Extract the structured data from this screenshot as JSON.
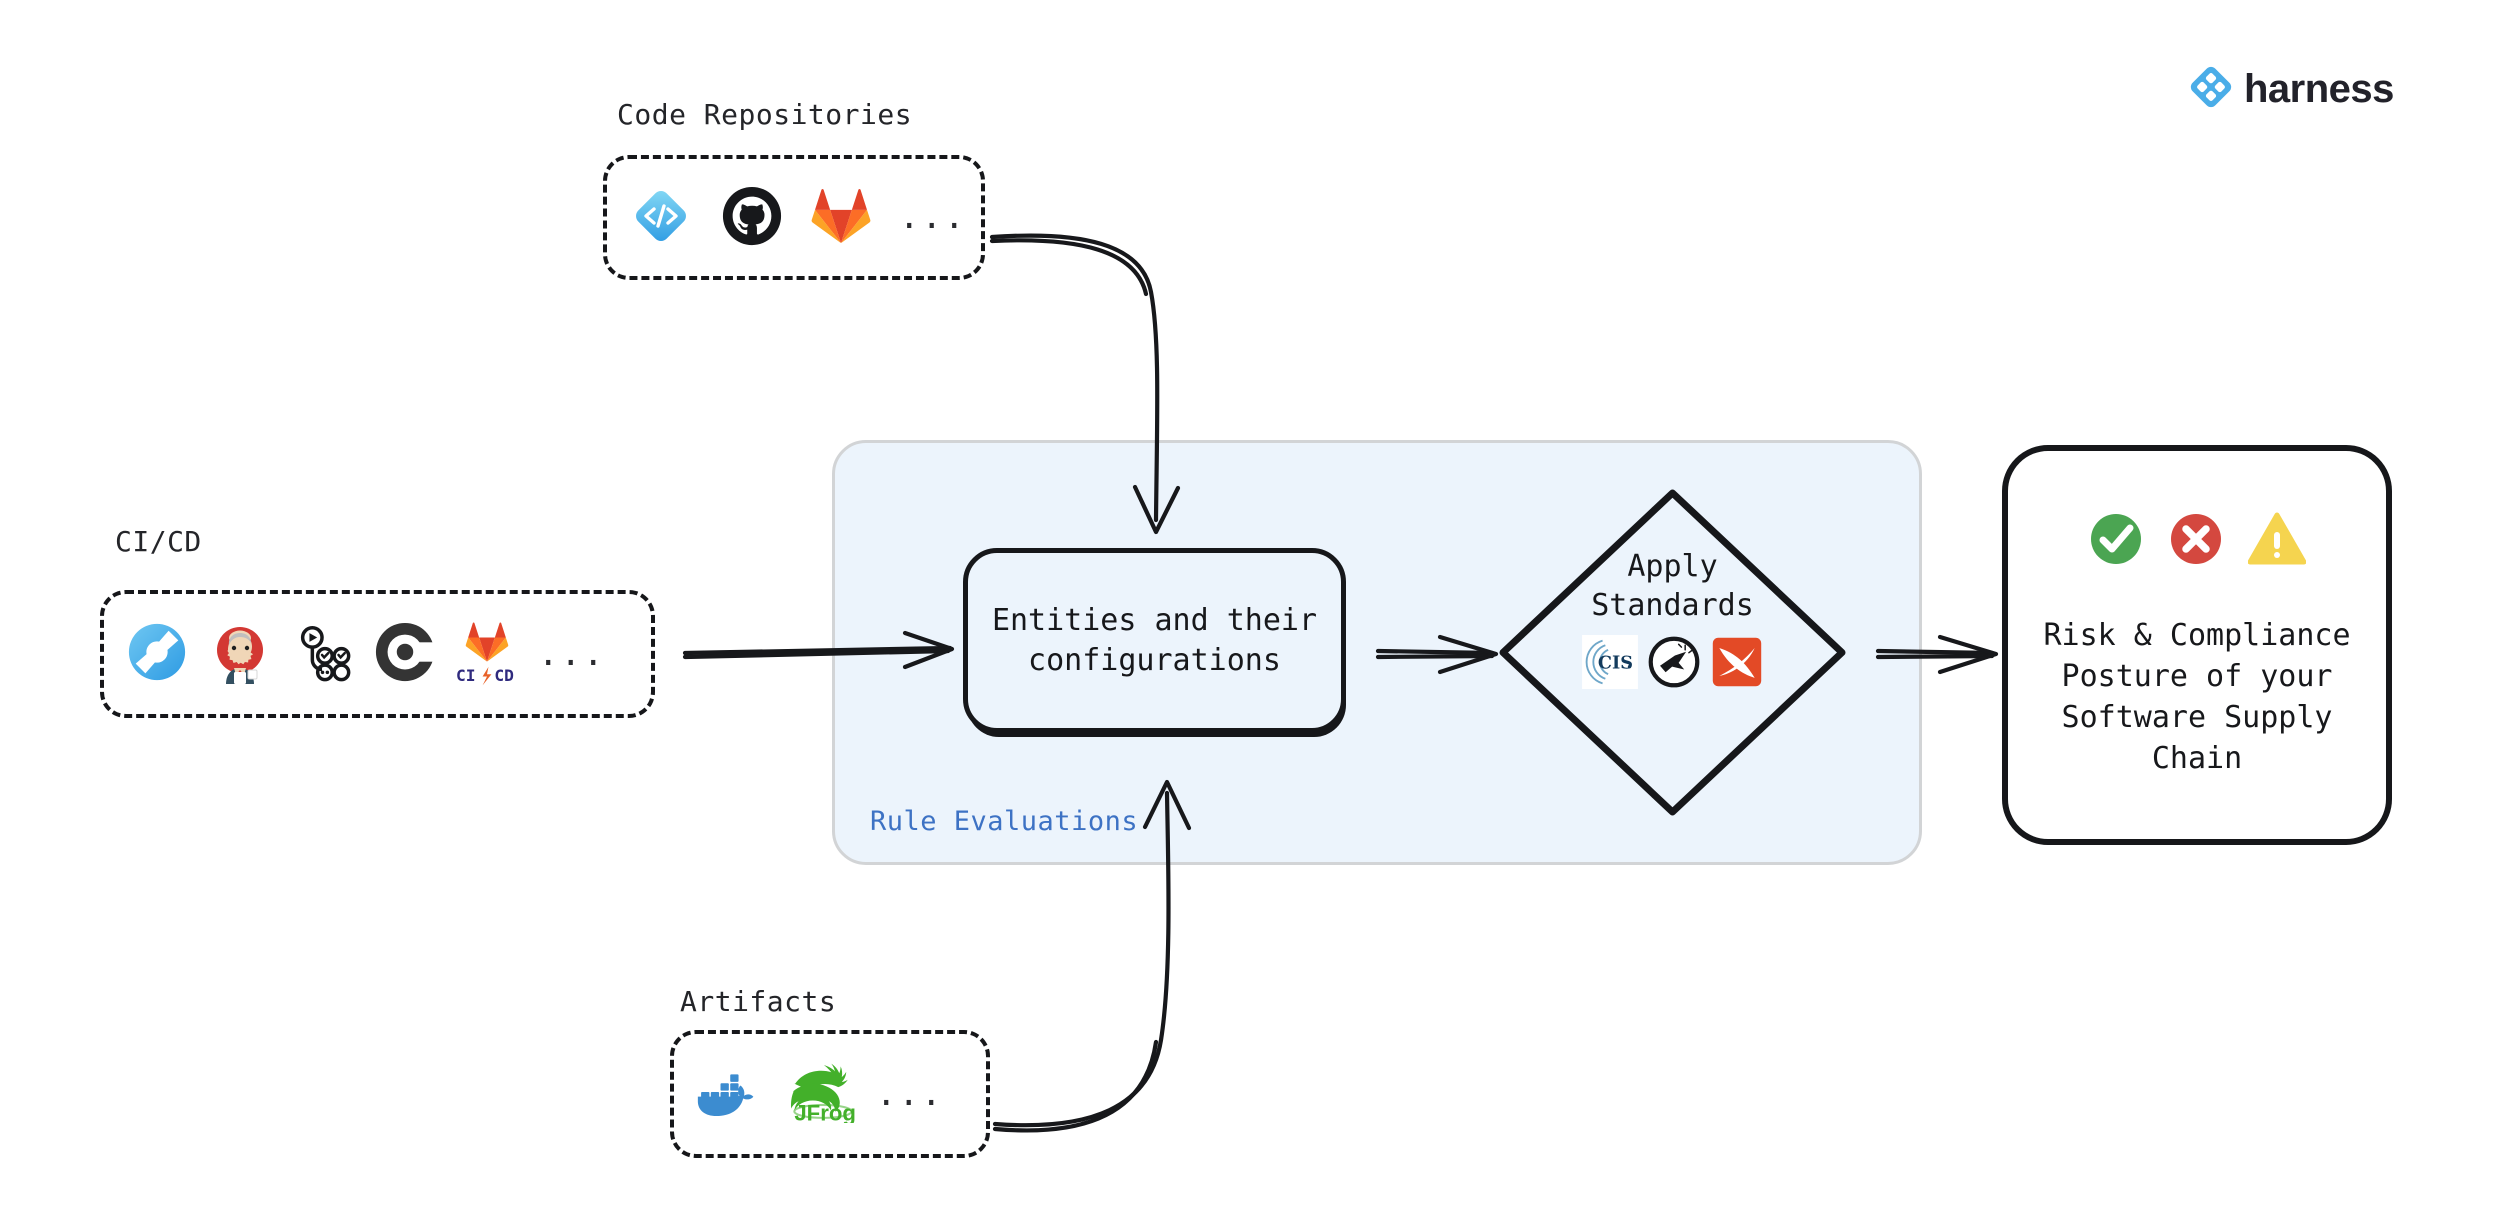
{
  "brand": {
    "name": "harness",
    "logo_icon": "harness-diamond-icon",
    "accent_color": "#4AADE8"
  },
  "sources": [
    {
      "id": "code-repositories",
      "label": "Code Repositories",
      "icons": [
        "harness-code-icon",
        "github-icon",
        "gitlab-icon"
      ],
      "more": "..."
    },
    {
      "id": "ci-cd",
      "label": "CI/CD",
      "icons": [
        "harness-ci-icon",
        "jenkins-icon",
        "drone-icon",
        "circleci-icon",
        "gitlab-cicd-icon"
      ],
      "more": "..."
    },
    {
      "id": "artifacts",
      "label": "Artifacts",
      "icons": [
        "docker-icon",
        "jfrog-icon"
      ],
      "more": "..."
    }
  ],
  "panel": {
    "label": "Rule Evaluations",
    "label_color": "#3D72C4",
    "fill_color": "#ECF4FC",
    "border_color": "#D2D4D6"
  },
  "entities_node": {
    "label": "Entities and their\nconfigurations"
  },
  "standards_node": {
    "label": "Apply\nStandards",
    "icons": [
      "cis-icon",
      "openssf-scorecard-icon",
      "slsa-icon"
    ]
  },
  "outcome_node": {
    "label": "Risk & Compliance\nPosture of your\nSoftware Supply\nChain",
    "status_icons": [
      {
        "name": "check-circle-icon",
        "color": "#4BA552"
      },
      {
        "name": "error-circle-icon",
        "color": "#D4483F"
      },
      {
        "name": "warning-triangle-icon",
        "color": "#F5D44F"
      }
    ]
  },
  "connectors": [
    {
      "name": "code-repositories-to-entities",
      "style": "curved-arrow"
    },
    {
      "name": "ci-cd-to-entities",
      "style": "straight-arrow"
    },
    {
      "name": "artifacts-to-entities",
      "style": "curved-arrow"
    },
    {
      "name": "entities-to-standards",
      "style": "double-line-arrow"
    },
    {
      "name": "standards-to-outcome",
      "style": "double-line-arrow"
    }
  ]
}
